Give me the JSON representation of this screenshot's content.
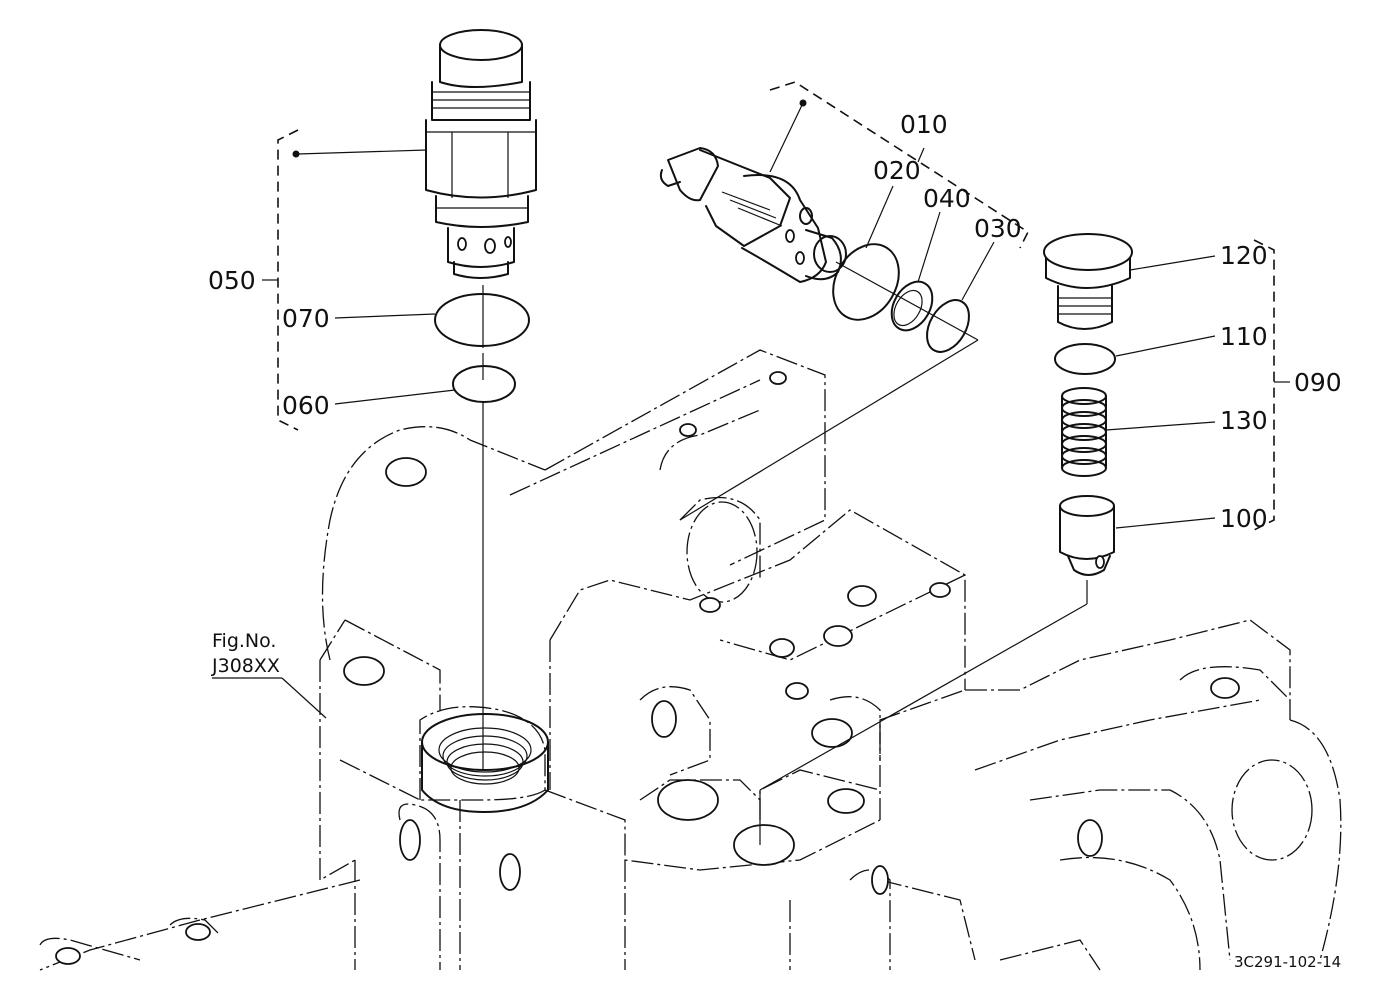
{
  "diagram": {
    "labels": {
      "p010": "010",
      "p020": "020",
      "p030": "030",
      "p040": "040",
      "p050": "050",
      "p060": "060",
      "p070": "070",
      "p090": "090",
      "p100": "100",
      "p110": "110",
      "p120": "120",
      "p130": "130"
    },
    "fig_ref": {
      "line1": "Fig.No.",
      "line2": "J308XX"
    },
    "drawing_number": "3C291-102-14"
  }
}
